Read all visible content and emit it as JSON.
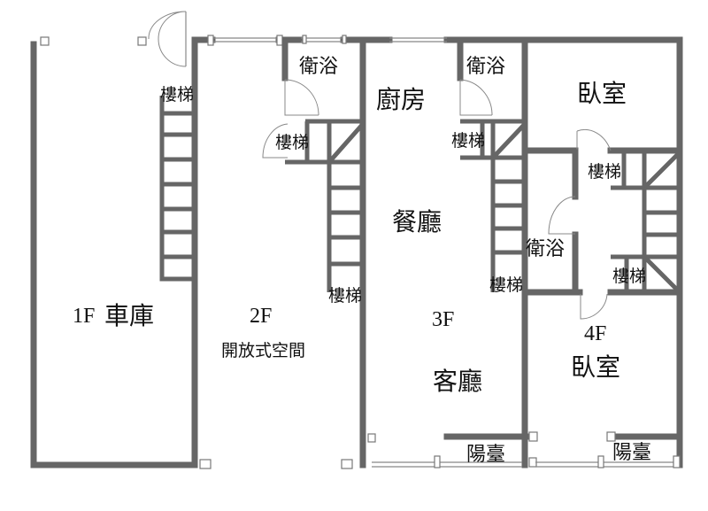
{
  "floors": {
    "f1": {
      "level": "1F",
      "room": "車庫",
      "stair": "樓梯"
    },
    "f2": {
      "level": "2F",
      "room": "開放式空間",
      "bath": "衛浴",
      "stair_top": "樓梯",
      "stair_bottom": "樓梯"
    },
    "f3": {
      "level": "3F",
      "kitchen": "廚房",
      "dining": "餐廳",
      "living": "客廳",
      "bath": "衛浴",
      "stair_top": "樓梯",
      "stair_bottom": "樓梯",
      "balcony": "陽臺"
    },
    "f4": {
      "level": "4F",
      "bedroom_top": "臥室",
      "bedroom_bottom": "臥室",
      "bath": "衛浴",
      "stair_top": "樓梯",
      "stair_bottom": "樓梯",
      "balcony": "陽臺"
    }
  },
  "colors": {
    "wall": "#666666",
    "background": "#ffffff"
  }
}
